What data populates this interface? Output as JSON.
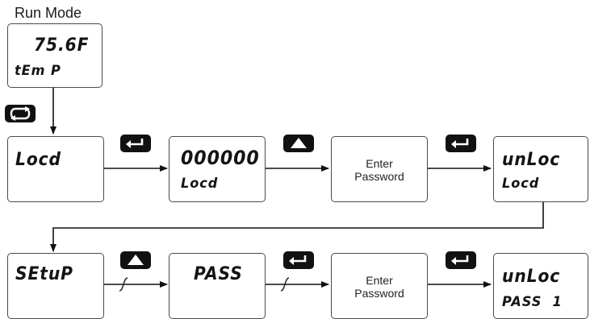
{
  "run_mode_label": "Run Mode",
  "boxes": {
    "run": {
      "line1": "75.6F",
      "line2": "tEm P"
    },
    "locd": {
      "line1": "Locd"
    },
    "code": {
      "line1": "000000",
      "line2": "Locd"
    },
    "enter1": {
      "line1": "Enter",
      "line2": "Password"
    },
    "unloc1": {
      "line1": "unLoc",
      "line2": "Locd"
    },
    "setup": {
      "line1": "SEtuP"
    },
    "pass": {
      "line1": "PASS"
    },
    "enter2": {
      "line1": "Enter",
      "line2": "Password"
    },
    "unloc2": {
      "line1": "unLoc",
      "line2": "PASS  1"
    }
  },
  "icons": {
    "menu_button": "menu-cycle-icon",
    "enter_button": "enter-return-icon",
    "up_button": "up-arrow-icon"
  },
  "colors": {
    "line": "#111111",
    "box_border": "#4a4a4a",
    "button_fill": "#111111"
  }
}
